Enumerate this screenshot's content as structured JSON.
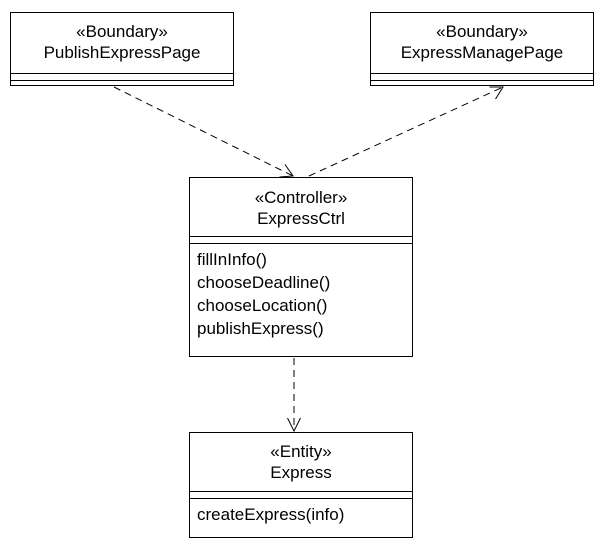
{
  "diagram": {
    "classes": [
      {
        "id": "pub",
        "stereotype": "«Boundary»",
        "name": "PublishExpressPage",
        "operations": []
      },
      {
        "id": "mgr",
        "stereotype": "«Boundary»",
        "name": "ExpressManagePage",
        "operations": []
      },
      {
        "id": "ctrl",
        "stereotype": "«Controller»",
        "name": "ExpressCtrl",
        "operations": [
          "fillInInfo()",
          "chooseDeadline()",
          "chooseLocation()",
          "publishExpress()"
        ]
      },
      {
        "id": "exp",
        "stereotype": "«Entity»",
        "name": "Express",
        "operations": [
          "createExpress(info)"
        ]
      }
    ],
    "dependencies": [
      {
        "from": "PublishExpressPage",
        "to": "ExpressCtrl"
      },
      {
        "from": "ExpressCtrl",
        "to": "ExpressManagePage"
      },
      {
        "from": "ExpressCtrl",
        "to": "Express"
      }
    ]
  }
}
